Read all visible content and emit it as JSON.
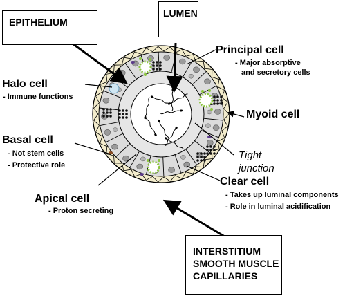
{
  "labels": {
    "epithelium": "EPITHELIUM",
    "lumen": "LUMEN",
    "principal": {
      "title": "Principal cell",
      "desc": [
        "- Major absorptive",
        "and secretory cells"
      ]
    },
    "halo": {
      "title": "Halo cell",
      "desc": [
        "- Immune functions"
      ]
    },
    "myoid": {
      "title": "Myoid cell"
    },
    "basal": {
      "title": "Basal cell",
      "desc": [
        "- Not stem cells",
        "- Protective role"
      ]
    },
    "tight": {
      "title": [
        "Tight",
        "junction"
      ]
    },
    "clear": {
      "title": "Clear cell",
      "desc": [
        "- Takes up luminal components",
        "- Role in luminal acidification"
      ]
    },
    "apical": {
      "title": "Apical cell",
      "desc": [
        "- Proton secreting"
      ]
    },
    "interstitium": [
      "INTERSTITIUM",
      "SMOOTH MUSCLE",
      "CAPILLARIES"
    ]
  },
  "colors": {
    "cell_fill": "#dcdcdc",
    "lumen_fill": "#ffffff",
    "myoid_layer": "#f3eccc",
    "nucleus": "#9a9a9a",
    "granule_dark": "#111111",
    "granule_green": "#8cc63f",
    "halo_nucleus": "#cfe6f2",
    "accent_purple": "#5b3a8a"
  },
  "icons": [
    "sperm-icon",
    "nucleus-icon",
    "granule-icon"
  ]
}
